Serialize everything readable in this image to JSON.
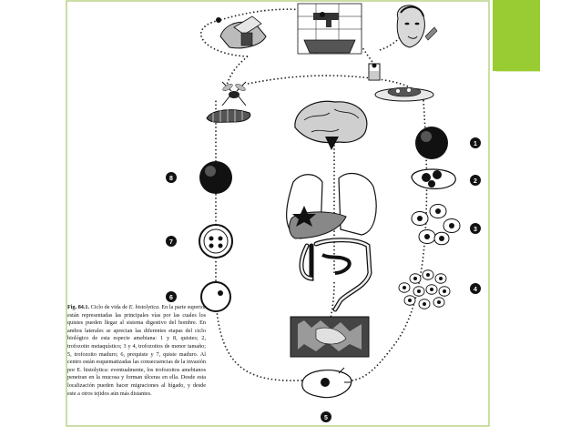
{
  "figure": {
    "caption_label": "Fig. 84.1.",
    "caption_lead": "Ciclo de vida de",
    "caption_species": "E. histolytica",
    "caption_text": ". En la parte superior están representadas las principales vías por las cuales los quistes pueden llegar al sistema digestivo del hombre. En ambos laterales se aprecian las diferentes etapas del ciclo biológico de esta especie amebiana: 1 y 8, quistes; 2, trofozoito metaquístico; 3 y 4, trofozoitos de menor tamaño; 5, trofozoito maduro; 6, prequiste y 7, quiste maduro. Al centro están esquematizadas las consecuencias de la invasión por E. histolytica: eventualmente, los trofozoitos amebianos penetran en la mucosa y forman úlceras en ella. Desde esta localización pueden hacer migraciones al hígado, y desde este a otros tejidos aún más distantes.",
    "stage_labels": [
      "1",
      "2",
      "3",
      "4",
      "5",
      "6",
      "7",
      "8"
    ]
  },
  "colors": {
    "accent": "#99cc33",
    "frame_border": "#a9c96a",
    "ink": "#111111"
  }
}
